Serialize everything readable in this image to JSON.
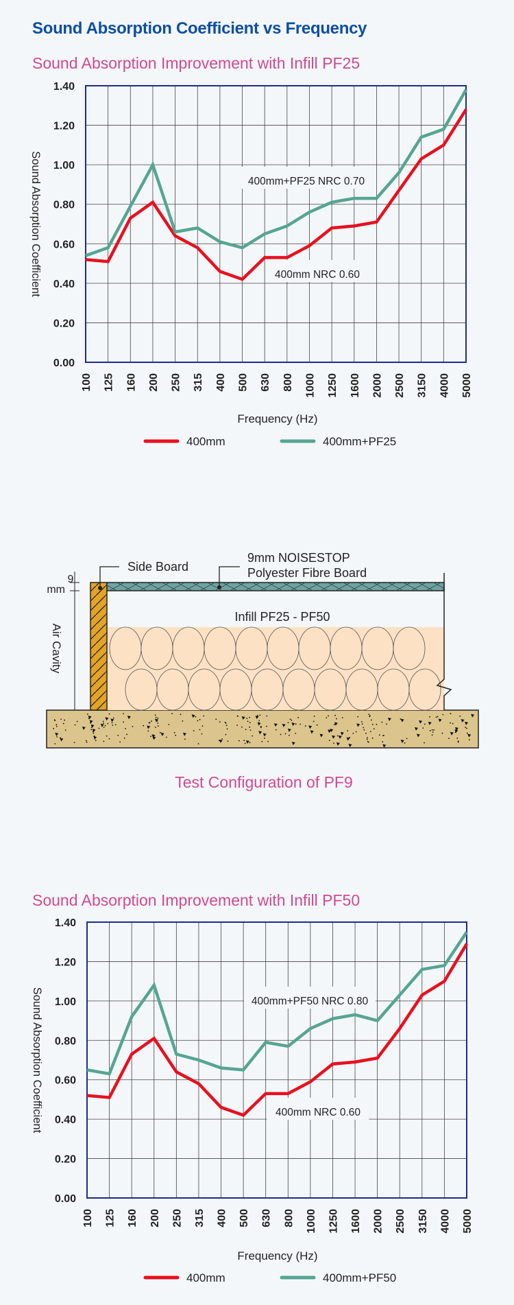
{
  "page": {
    "title": "Sound Absorption Coefficient vs Frequency"
  },
  "diagram": {
    "caption": "Test Configuration of PF9",
    "labels": {
      "side_board": "Side Board",
      "board_line1": "9mm NOISESTOP",
      "board_line2": "Polyester Fibre Board",
      "infill": "Infill PF25 - PF50",
      "air_cavity": "Air Cavity",
      "dim_value": "9",
      "dim_unit": "mm"
    },
    "colors": {
      "side_board": "#e3a326",
      "top_board": "#6ea3a0",
      "infill": "#fde1c4",
      "concrete": "#dcc58c"
    }
  },
  "chart_data": [
    {
      "type": "line",
      "title": "Sound Absorption Improvement with Infill PF25",
      "xlabel": "Frequency (Hz)",
      "ylabel": "Sound Absorption Coefficient",
      "ylim": [
        0,
        1.4
      ],
      "yticks": [
        "0.00",
        "0.20",
        "0.40",
        "0.60",
        "0.80",
        "1.00",
        "1.20",
        "1.40"
      ],
      "grid": true,
      "legend_position": "bottom",
      "categories": [
        "100",
        "125",
        "160",
        "200",
        "250",
        "315",
        "400",
        "500",
        "630",
        "800",
        "1000",
        "1250",
        "1600",
        "2000",
        "2500",
        "3150",
        "4000",
        "5000"
      ],
      "series": [
        {
          "name": "400mm",
          "color": "#e8101e",
          "values": [
            0.52,
            0.51,
            0.73,
            0.81,
            0.64,
            0.58,
            0.46,
            0.42,
            0.53,
            0.53,
            0.59,
            0.68,
            0.69,
            0.71,
            0.87,
            1.03,
            1.1,
            1.28
          ]
        },
        {
          "name": "400mm+PF25",
          "color": "#56a592",
          "values": [
            0.54,
            0.58,
            0.79,
            1.0,
            0.66,
            0.68,
            0.61,
            0.58,
            0.65,
            0.69,
            0.76,
            0.81,
            0.83,
            0.83,
            0.96,
            1.14,
            1.18,
            1.38
          ]
        }
      ],
      "annotations": [
        {
          "text": "400mm+PF25  NRC 0.70",
          "series": "400mm+PF25"
        },
        {
          "text": "400mm  NRC 0.60",
          "series": "400mm"
        }
      ]
    },
    {
      "type": "line",
      "title": "Sound Absorption Improvement with Infill PF50",
      "xlabel": "Frequency (Hz)",
      "ylabel": "Sound Absorption Coefficient",
      "ylim": [
        0,
        1.4
      ],
      "yticks": [
        "0.00",
        "0.20",
        "0.40",
        "0.60",
        "0.80",
        "1.00",
        "1.20",
        "1.40"
      ],
      "grid": true,
      "legend_position": "bottom",
      "categories": [
        "100",
        "125",
        "160",
        "200",
        "250",
        "315",
        "400",
        "500",
        "630",
        "800",
        "1000",
        "1250",
        "1600",
        "2000",
        "2500",
        "3150",
        "4000",
        "5000"
      ],
      "series": [
        {
          "name": "400mm",
          "color": "#e8101e",
          "values": [
            0.52,
            0.51,
            0.73,
            0.81,
            0.64,
            0.58,
            0.46,
            0.42,
            0.53,
            0.53,
            0.59,
            0.68,
            0.69,
            0.71,
            0.86,
            1.03,
            1.1,
            1.29
          ]
        },
        {
          "name": "400mm+PF50",
          "color": "#56a592",
          "values": [
            0.65,
            0.63,
            0.92,
            1.08,
            0.73,
            0.7,
            0.66,
            0.65,
            0.79,
            0.77,
            0.86,
            0.91,
            0.93,
            0.9,
            1.03,
            1.16,
            1.18,
            1.35
          ]
        }
      ],
      "annotations": [
        {
          "text": "400mm+PF50  NRC 0.80",
          "series": "400mm+PF50"
        },
        {
          "text": "400mm  NRC 0.60",
          "series": "400mm"
        }
      ]
    }
  ]
}
